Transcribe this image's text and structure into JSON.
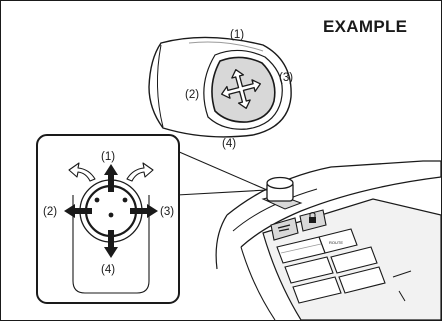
{
  "badge": "EXAMPLE",
  "knob_labels": {
    "up": "(1)",
    "left": "(2)",
    "right": "(3)",
    "down": "(4)"
  },
  "detail_labels": {
    "up": "(1)",
    "left": "(2)",
    "right": "(3)",
    "down": "(4)"
  },
  "panel_button_text": "ROUTE",
  "icons": {
    "knob": "four-way-arrow-icon",
    "detail_up": "arrow-up-icon",
    "detail_down": "arrow-down-icon",
    "detail_left": "arrow-left-icon",
    "detail_right": "arrow-right-icon",
    "tilt_left": "curved-arrow-icon",
    "tilt_right": "curved-arrow-icon",
    "mirror_fold": "mirror-fold-icon",
    "lock": "lock-icon"
  },
  "colors": {
    "line": "#1a1a1a",
    "button_fill": "#d8d8d8",
    "panel_fill": "#f2f2f2",
    "shadow": "#9a9a9a"
  }
}
